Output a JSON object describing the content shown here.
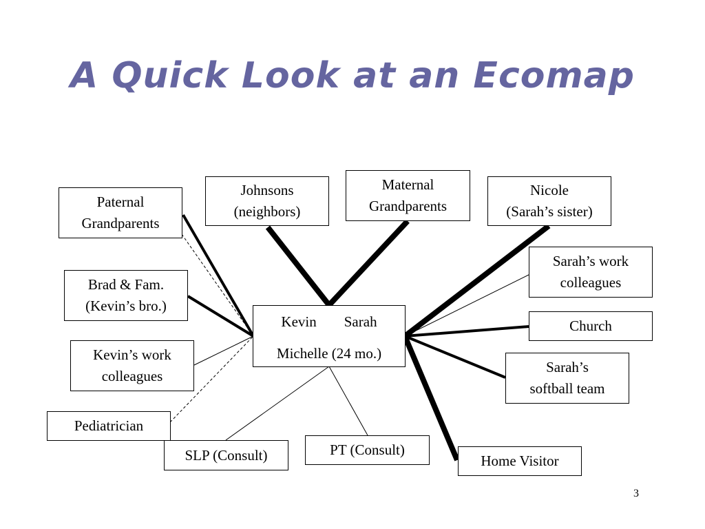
{
  "slide": {
    "title": "A Quick Look at an Ecomap",
    "number": "3"
  },
  "family": {
    "parent_1": "Kevin",
    "parent_2": "Sarah",
    "child": "Michelle (24 mo.)"
  },
  "nodes": {
    "paternal_grandparents": "Paternal\nGrandparents",
    "johnsons": "Johnsons\n(neighbors)",
    "maternal_grandparents": "Maternal\nGrandparents",
    "nicole": "Nicole\n(Sarah’s sister)",
    "brad": "Brad & Fam.\n(Kevin’s bro.)",
    "sarahs_work": "Sarah’s work\ncolleagues",
    "church": "Church",
    "kevins_work": "Kevin’s work\ncolleagues",
    "softball": "Sarah’s\nsoftball team",
    "pediatrician": "Pediatrician",
    "slp": "SLP (Consult)",
    "pt": "PT (Consult)",
    "home_visitor": "Home Visitor"
  },
  "connections": [
    {
      "node": "paternal_grandparents",
      "relationship": "strong"
    },
    {
      "node": "paternal_grandparents",
      "relationship": "tenuous"
    },
    {
      "node": "brad",
      "relationship": "strong"
    },
    {
      "node": "kevins_work",
      "relationship": "normal"
    },
    {
      "node": "pediatrician",
      "relationship": "tenuous"
    },
    {
      "node": "johnsons",
      "relationship": "very-strong"
    },
    {
      "node": "maternal_grandparents",
      "relationship": "very-strong"
    },
    {
      "node": "nicole",
      "relationship": "very-strong"
    },
    {
      "node": "sarahs_work",
      "relationship": "normal"
    },
    {
      "node": "church",
      "relationship": "strong"
    },
    {
      "node": "softball",
      "relationship": "strong"
    },
    {
      "node": "home_visitor",
      "relationship": "very-strong"
    },
    {
      "node": "slp",
      "relationship": "normal"
    },
    {
      "node": "pt",
      "relationship": "normal"
    }
  ]
}
